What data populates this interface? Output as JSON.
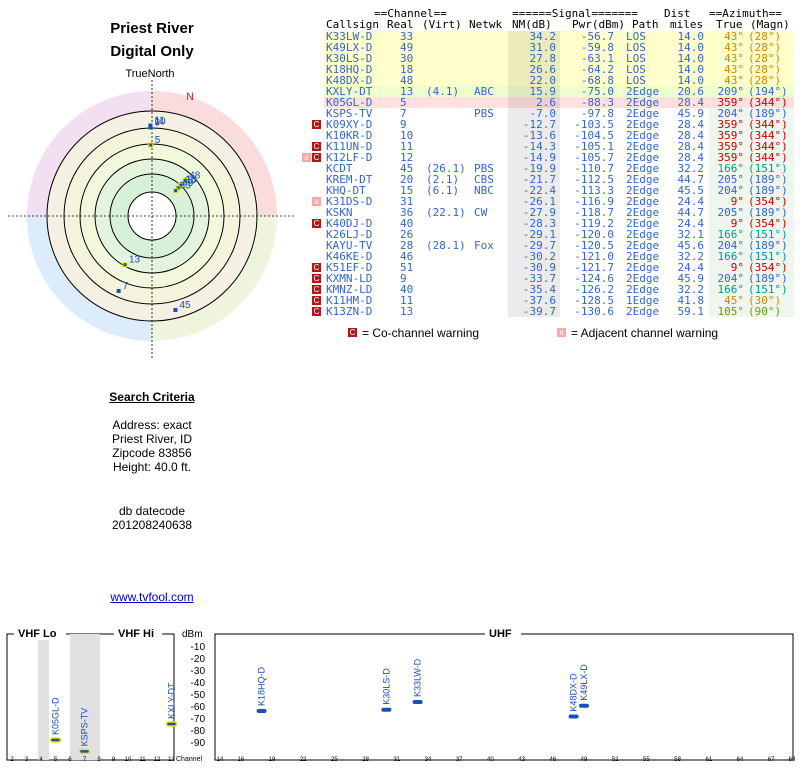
{
  "header": {
    "title_line1": "Priest River",
    "title_line2": "Digital Only",
    "true_north": "TrueNorth"
  },
  "polar": {
    "north_label": "N",
    "ring_channels": [
      "11",
      "10",
      "9",
      "5",
      "48",
      "18",
      "30",
      "49",
      "33",
      "13",
      "7",
      "45"
    ]
  },
  "criteria": {
    "heading": "Search Criteria",
    "address": "Address: exact",
    "city": "Priest River, ID",
    "zipcode": "Zipcode 83856",
    "height": "Height: 40.0 ft.",
    "db_label": "db datecode",
    "db_code": "201208240638"
  },
  "link": "www.tvfool.com",
  "table": {
    "header_top": {
      "channel": "==Channel==",
      "signal": "======Signal=======",
      "dist": "Dist",
      "azimuth": "==Azimuth=="
    },
    "header_cols": {
      "callsign": "Callsign",
      "real": "Real",
      "virt": "(Virt)",
      "netwk": "Netwk",
      "nm": "NM(dB)",
      "pwr": "Pwr(dBm)",
      "path": "Path",
      "miles": "miles",
      "true": "True",
      "magn": "(Magn)"
    },
    "rows": [
      {
        "call": "K33LW-D",
        "real": "33",
        "virt": "",
        "net": "",
        "nm": "34.2",
        "pwr": "-56.7",
        "path": "LOS",
        "dist": "14.0",
        "true": "43°",
        "magn": "(28°)",
        "bg": "#ffffcc",
        "az": "#cc8800",
        "warn": ""
      },
      {
        "call": "K49LX-D",
        "real": "49",
        "virt": "",
        "net": "",
        "nm": "31.0",
        "pwr": "-59.8",
        "path": "LOS",
        "dist": "14.0",
        "true": "43°",
        "magn": "(28°)",
        "bg": "#ffffcc",
        "az": "#cc8800",
        "warn": ""
      },
      {
        "call": "K30LS-D",
        "real": "30",
        "virt": "",
        "net": "",
        "nm": "27.8",
        "pwr": "-63.1",
        "path": "LOS",
        "dist": "14.0",
        "true": "43°",
        "magn": "(28°)",
        "bg": "#ffffcc",
        "az": "#cc8800",
        "warn": ""
      },
      {
        "call": "K18HQ-D",
        "real": "18",
        "virt": "",
        "net": "",
        "nm": "26.6",
        "pwr": "-64.2",
        "path": "LOS",
        "dist": "14.0",
        "true": "43°",
        "magn": "(28°)",
        "bg": "#ffffcc",
        "az": "#cc8800",
        "warn": ""
      },
      {
        "call": "K48DX-D",
        "real": "48",
        "virt": "",
        "net": "",
        "nm": "22.0",
        "pwr": "-68.8",
        "path": "LOS",
        "dist": "14.0",
        "true": "43°",
        "magn": "(28°)",
        "bg": "#ffffcc",
        "az": "#cc8800",
        "warn": ""
      },
      {
        "call": "KXLY-DT",
        "real": "13",
        "virt": "(4.1)",
        "net": "ABC",
        "nm": "15.9",
        "pwr": "-75.0",
        "path": "2Edge",
        "dist": "20.6",
        "true": "209°",
        "magn": "(194°)",
        "bg": "#eeffcc",
        "az": "#3366cc",
        "warn": ""
      },
      {
        "call": "K05GL-D",
        "real": "5",
        "virt": "",
        "net": "",
        "nm": "2.6",
        "pwr": "-88.3",
        "path": "2Edge",
        "dist": "28.4",
        "true": "359°",
        "magn": "(344°)",
        "bg": "#ffe0e0",
        "az": "#cc0000",
        "warn": ""
      },
      {
        "call": "KSPS-TV",
        "real": "7",
        "virt": "",
        "net": "PBS",
        "nm": "-7.0",
        "pwr": "-97.8",
        "path": "2Edge",
        "dist": "45.9",
        "true": "204°",
        "magn": "(189°)",
        "bg": "#ffffff",
        "az": "#3366cc",
        "warn": ""
      },
      {
        "call": "K09XY-D",
        "real": "9",
        "virt": "",
        "net": "",
        "nm": "-12.7",
        "pwr": "-103.5",
        "path": "2Edge",
        "dist": "28.4",
        "true": "359°",
        "magn": "(344°)",
        "bg": "#ffffff",
        "az": "#cc0000",
        "warn": "C"
      },
      {
        "call": "K10KR-D",
        "real": "10",
        "virt": "",
        "net": "",
        "nm": "-13.6",
        "pwr": "-104.5",
        "path": "2Edge",
        "dist": "28.4",
        "true": "359°",
        "magn": "(344°)",
        "bg": "#ffffff",
        "az": "#cc0000",
        "warn": ""
      },
      {
        "call": "K11UN-D",
        "real": "11",
        "virt": "",
        "net": "",
        "nm": "-14.3",
        "pwr": "-105.1",
        "path": "2Edge",
        "dist": "28.4",
        "true": "359°",
        "magn": "(344°)",
        "bg": "#ffffff",
        "az": "#cc0000",
        "warn": "C"
      },
      {
        "call": "K12LF-D",
        "real": "12",
        "virt": "",
        "net": "",
        "nm": "-14.9",
        "pwr": "-105.7",
        "path": "2Edge",
        "dist": "28.4",
        "true": "359°",
        "magn": "(344°)",
        "bg": "#ffffff",
        "az": "#cc0000",
        "warn": "AC"
      },
      {
        "call": "KCDT",
        "real": "45",
        "virt": "(26.1)",
        "net": "PBS",
        "nm": "-19.9",
        "pwr": "-110.7",
        "path": "2Edge",
        "dist": "32.2",
        "true": "166°",
        "magn": "(151°)",
        "bg": "#ffffff",
        "az": "#009999",
        "warn": ""
      },
      {
        "call": "KREM-DT",
        "real": "20",
        "virt": "(2.1)",
        "net": "CBS",
        "nm": "-21.7",
        "pwr": "-112.5",
        "path": "2Edge",
        "dist": "44.7",
        "true": "205°",
        "magn": "(189°)",
        "bg": "#ffffff",
        "az": "#3366cc",
        "warn": ""
      },
      {
        "call": "KHQ-DT",
        "real": "15",
        "virt": "(6.1)",
        "net": "NBC",
        "nm": "-22.4",
        "pwr": "-113.3",
        "path": "2Edge",
        "dist": "45.5",
        "true": "204°",
        "magn": "(189°)",
        "bg": "#ffffff",
        "az": "#3366cc",
        "warn": ""
      },
      {
        "call": "K31DS-D",
        "real": "31",
        "virt": "",
        "net": "",
        "nm": "-26.1",
        "pwr": "-116.9",
        "path": "2Edge",
        "dist": "24.4",
        "true": "9°",
        "magn": "(354°)",
        "bg": "#ffffff",
        "az": "#cc0000",
        "warn": "A"
      },
      {
        "call": "KSKN",
        "real": "36",
        "virt": "(22.1)",
        "net": "CW",
        "nm": "-27.9",
        "pwr": "-118.7",
        "path": "2Edge",
        "dist": "44.7",
        "true": "205°",
        "magn": "(189°)",
        "bg": "#ffffff",
        "az": "#3366cc",
        "warn": ""
      },
      {
        "call": "K40DJ-D",
        "real": "40",
        "virt": "",
        "net": "",
        "nm": "-28.3",
        "pwr": "-119.2",
        "path": "2Edge",
        "dist": "24.4",
        "true": "9°",
        "magn": "(354°)",
        "bg": "#ffffff",
        "az": "#cc0000",
        "warn": "C"
      },
      {
        "call": "K26LJ-D",
        "real": "26",
        "virt": "",
        "net": "",
        "nm": "-29.1",
        "pwr": "-120.0",
        "path": "2Edge",
        "dist": "32.1",
        "true": "166°",
        "magn": "(151°)",
        "bg": "#ffffff",
        "az": "#009999",
        "warn": ""
      },
      {
        "call": "KAYU-TV",
        "real": "28",
        "virt": "(28.1)",
        "net": "Fox",
        "nm": "-29.7",
        "pwr": "-120.5",
        "path": "2Edge",
        "dist": "45.6",
        "true": "204°",
        "magn": "(189°)",
        "bg": "#ffffff",
        "az": "#3366cc",
        "warn": ""
      },
      {
        "call": "K46KE-D",
        "real": "46",
        "virt": "",
        "net": "",
        "nm": "-30.2",
        "pwr": "-121.0",
        "path": "2Edge",
        "dist": "32.2",
        "true": "166°",
        "magn": "(151°)",
        "bg": "#ffffff",
        "az": "#009999",
        "warn": ""
      },
      {
        "call": "K51EF-D",
        "real": "51",
        "virt": "",
        "net": "",
        "nm": "-30.9",
        "pwr": "-121.7",
        "path": "2Edge",
        "dist": "24.4",
        "true": "9°",
        "magn": "(354°)",
        "bg": "#ffffff",
        "az": "#cc0000",
        "warn": "C"
      },
      {
        "call": "KXMN-LD",
        "real": "9",
        "virt": "",
        "net": "",
        "nm": "-33.7",
        "pwr": "-124.6",
        "path": "2Edge",
        "dist": "45.9",
        "true": "204°",
        "magn": "(189°)",
        "bg": "#ffffff",
        "az": "#3366cc",
        "warn": "C"
      },
      {
        "call": "KMNZ-LD",
        "real": "40",
        "virt": "",
        "net": "",
        "nm": "-35.4",
        "pwr": "-126.2",
        "path": "2Edge",
        "dist": "32.2",
        "true": "166°",
        "magn": "(151°)",
        "bg": "#ffffff",
        "az": "#009999",
        "warn": "C"
      },
      {
        "call": "K11HM-D",
        "real": "11",
        "virt": "",
        "net": "",
        "nm": "-37.6",
        "pwr": "-128.5",
        "path": "1Edge",
        "dist": "41.8",
        "true": "45°",
        "magn": "(30°)",
        "bg": "#ffffff",
        "az": "#cc8800",
        "warn": "C"
      },
      {
        "call": "K13ZN-D",
        "real": "13",
        "virt": "",
        "net": "",
        "nm": "-39.7",
        "pwr": "-130.6",
        "path": "2Edge",
        "dist": "59.1",
        "true": "105°",
        "magn": "(90°)",
        "bg": "#ffffff",
        "az": "#669900",
        "warn": "C"
      }
    ]
  },
  "legend": {
    "co_mark": "C",
    "co_text": "= Co-channel warning",
    "adj_mark": "a",
    "adj_text": "= Adjacent channel warning"
  },
  "spectrum": {
    "vhf_lo": "VHF Lo",
    "vhf_hi": "VHF Hi",
    "uhf": "UHF",
    "dbm_label": "dBm",
    "channel_label": "Channel",
    "db_ticks": [
      "-10",
      "-20",
      "-30",
      "-40",
      "-50",
      "-60",
      "-70",
      "-80",
      "-90"
    ],
    "vhf_ticks": [
      "2",
      "3",
      "4",
      "5",
      "6",
      "7",
      "8",
      "9",
      "10",
      "11",
      "12",
      "13"
    ],
    "uhf_ticks": [
      "14",
      "16",
      "19",
      "22",
      "25",
      "28",
      "31",
      "34",
      "37",
      "40",
      "43",
      "46",
      "49",
      "52",
      "55",
      "58",
      "61",
      "64",
      "67",
      "69"
    ],
    "stations": [
      {
        "call": "K05GL-D",
        "ch": 5,
        "dbm": -88.3
      },
      {
        "call": "KSPS-TV",
        "ch": 7,
        "dbm": -97.8
      },
      {
        "call": "KXLY-DT",
        "ch": 13,
        "dbm": -75.0
      },
      {
        "call": "K18HQ-D",
        "ch": 18,
        "dbm": -64.2
      },
      {
        "call": "K30LS-D",
        "ch": 30,
        "dbm": -63.1
      },
      {
        "call": "K33LW-D",
        "ch": 33,
        "dbm": -56.7
      },
      {
        "call": "K48DX-D",
        "ch": 48,
        "dbm": -68.8
      },
      {
        "call": "K49LX-D",
        "ch": 49,
        "dbm": -59.8
      }
    ]
  }
}
